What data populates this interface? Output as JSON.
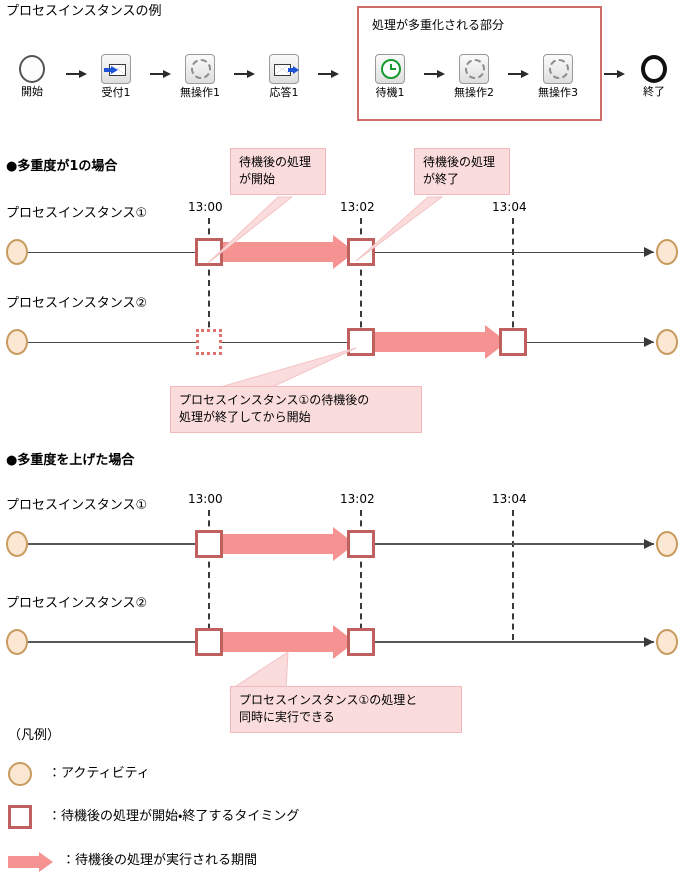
{
  "title": "プロセスインスタンスの例",
  "flow": {
    "multiplex_box_label": "処理が多重化される部分",
    "nodes": [
      {
        "label": "開始",
        "icon": "start-circle-icon"
      },
      {
        "label": "受付1",
        "icon": "envelope-in-icon"
      },
      {
        "label": "無操作1",
        "icon": "dashed-circle-icon"
      },
      {
        "label": "応答1",
        "icon": "envelope-out-icon"
      },
      {
        "label": "待機1",
        "icon": "clock-icon"
      },
      {
        "label": "無操作2",
        "icon": "dashed-circle-icon"
      },
      {
        "label": "無操作3",
        "icon": "dashed-circle-icon"
      },
      {
        "label": "終了",
        "icon": "end-circle-icon"
      }
    ]
  },
  "sections": [
    {
      "heading": "●多重度が1の場合",
      "time_labels": [
        "13:00",
        "13:02",
        "13:04"
      ],
      "rows": [
        {
          "label": "プロセスインスタンス①",
          "start_marker": "13:00",
          "end_marker": "13:02",
          "dotted_marker": null
        },
        {
          "label": "プロセスインスタンス②",
          "start_marker": "13:02",
          "end_marker": "13:04",
          "dotted_marker": "13:00"
        }
      ],
      "callouts": [
        {
          "text": "待機後の処理\nが開始"
        },
        {
          "text": "待機後の処理\nが終了"
        },
        {
          "text": "プロセスインスタンス①の待機後の\n処理が終了してから開始"
        }
      ]
    },
    {
      "heading": "●多重度を上げた場合",
      "time_labels": [
        "13:00",
        "13:02",
        "13:04"
      ],
      "rows": [
        {
          "label": "プロセスインスタンス①",
          "start_marker": "13:00",
          "end_marker": "13:02",
          "dotted_marker": null
        },
        {
          "label": "プロセスインスタンス②",
          "start_marker": "13:00",
          "end_marker": "13:02",
          "dotted_marker": null
        }
      ],
      "callouts": [
        {
          "text": "プロセスインスタンス①の処理と\n同時に実行できる"
        }
      ]
    }
  ],
  "legend": {
    "title": "（凡例）",
    "items": [
      {
        "icon": "oval-activity-icon",
        "text": "：アクティビティ"
      },
      {
        "icon": "square-marker-icon",
        "text": "：待機後の処理が開始・終了するタイミング"
      },
      {
        "icon": "pink-arrow-icon",
        "text": "：待機後の処理が実行される期間"
      }
    ]
  },
  "colors": {
    "accent_red": "#c0605e",
    "arrow_pink": "#f59292",
    "callout_fill": "#fbdcdd",
    "activity_fill": "#fbe7d2",
    "activity_border": "#c89a5e"
  }
}
